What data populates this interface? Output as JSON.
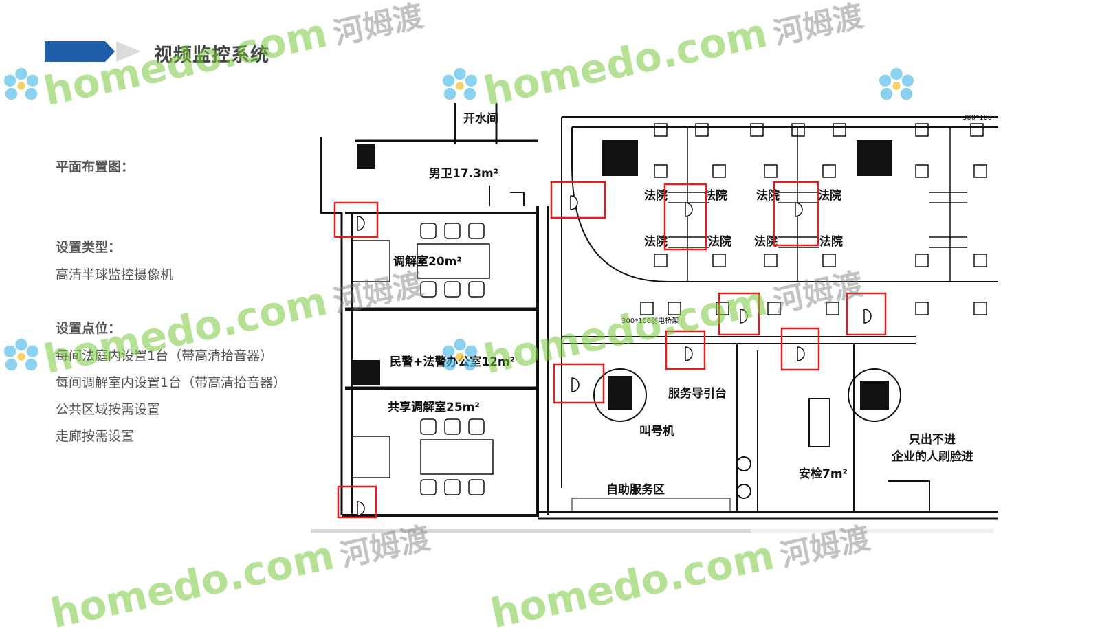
{
  "header": {
    "title": "视频监控系统"
  },
  "sections": {
    "layout_label": "平面布置图：",
    "type_label": "设置类型：",
    "type_value": "高清半球监控摄像机",
    "points_label": "设置点位：",
    "points": [
      "每间法庭内设置1台（带高清拾音器）",
      "每间调解室内设置1台（带高清拾音器）",
      "公共区域按需设置",
      "走廊按需设置"
    ]
  },
  "plan": {
    "rooms": {
      "mens_restroom": "男卫17.3m²",
      "water_room": "开水间",
      "mediation_room": "调解室20m²",
      "police_office": "民警+法警办公室12m²",
      "shared_mediation": "共享调解室25m²",
      "guide_desk": "服务导引台",
      "queue_machine": "叫号机",
      "self_service": "自助服务区",
      "security_check": "安检7m²",
      "exit_note_1": "只出不进",
      "exit_note_2": "企业的人刷脸进",
      "court_label": "法院",
      "duct_label_1": "300*100",
      "duct_label_2": "300*100弱电桥架"
    }
  },
  "watermark": {
    "text": "homedo.com",
    "cn": "河姆渡"
  },
  "colors": {
    "accent_blue": "#1f5faa",
    "highlight_red": "#e02020",
    "watermark_green": "#78c83c"
  }
}
